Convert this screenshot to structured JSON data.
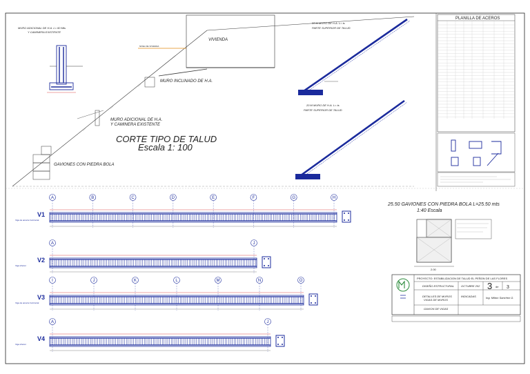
{
  "drawing": {
    "main_title": "CORTE TIPO DE TALUD",
    "main_scale": "Escala 1: 100",
    "label_vivienda": "VIVIENDA",
    "label_muro_inclinado": "MURO INCLINADO DE H.A.",
    "label_muro_adicional": "MURO ADICIONAL DE H.A.",
    "label_caminera": "Y CAMINERA EXISTENTE",
    "label_gaviones": "GAVIONES CON PIEDRA BOLA",
    "detail_tl_title_1": "MURO ADICIONAL DE H.A. L= 60 Mts",
    "detail_tl_title_2": "Y CAMINERA EXISTENTE",
    "detail_tr_1_title_1": "22 M MURO DE H.A. L= ts",
    "detail_tr_1_title_2": "PARTE SUPERIOR DE TALUD",
    "detail_tr_2_title_1": "20 M MURO DE H.A. L= ts",
    "detail_tr_2_title_2": "PARTE SUPERIOR DE TALUD",
    "gavion_title": "25.50 GAVIONES CON PIEDRA BOLA L=25.50 mts",
    "gavion_scale": "1:40 Escala",
    "gavion_width": "2.00"
  },
  "beams": [
    {
      "tag": "V1",
      "axes": [
        "A",
        "B",
        "C",
        "D",
        "E",
        "F",
        "G",
        "H"
      ],
      "note": "Viga de amarre horizontal"
    },
    {
      "tag": "V2",
      "axes": [
        "A",
        "J"
      ],
      "note": "Viga inferior"
    },
    {
      "tag": "V3",
      "axes": [
        "I",
        "J",
        "K",
        "L",
        "M",
        "N",
        "O"
      ],
      "note": "Viga de amarre horizontal"
    },
    {
      "tag": "V4",
      "axes": [
        "A",
        "J"
      ],
      "note": "Viga inferior"
    }
  ],
  "steel_table": {
    "title": "PLANILLA DE ACEROS"
  },
  "title_block": {
    "project": "PROYECTO: ESTABILIZACION DE TALUD EL PEÑON DE LAS FLORES",
    "discipline": "DISEÑO ESTRUCTURAL",
    "date": "OCTUBRE 202",
    "sheet_no": "3",
    "sheet_of": "de",
    "sheet_total": "3",
    "content_1": "DETALLES DE MUROS",
    "content_2": "VIGAS DE MUROS",
    "content_3": "GAVION DE VIGAS",
    "scale_value": "INDICADAS",
    "engineer": "Ing. Milton Sanchez G."
  },
  "colors": {
    "rebar": "#1a2a9c",
    "dimension_red": "#d61f1f",
    "grid_axis": "#1a2a9c",
    "slope_orange": "#e08a12"
  }
}
